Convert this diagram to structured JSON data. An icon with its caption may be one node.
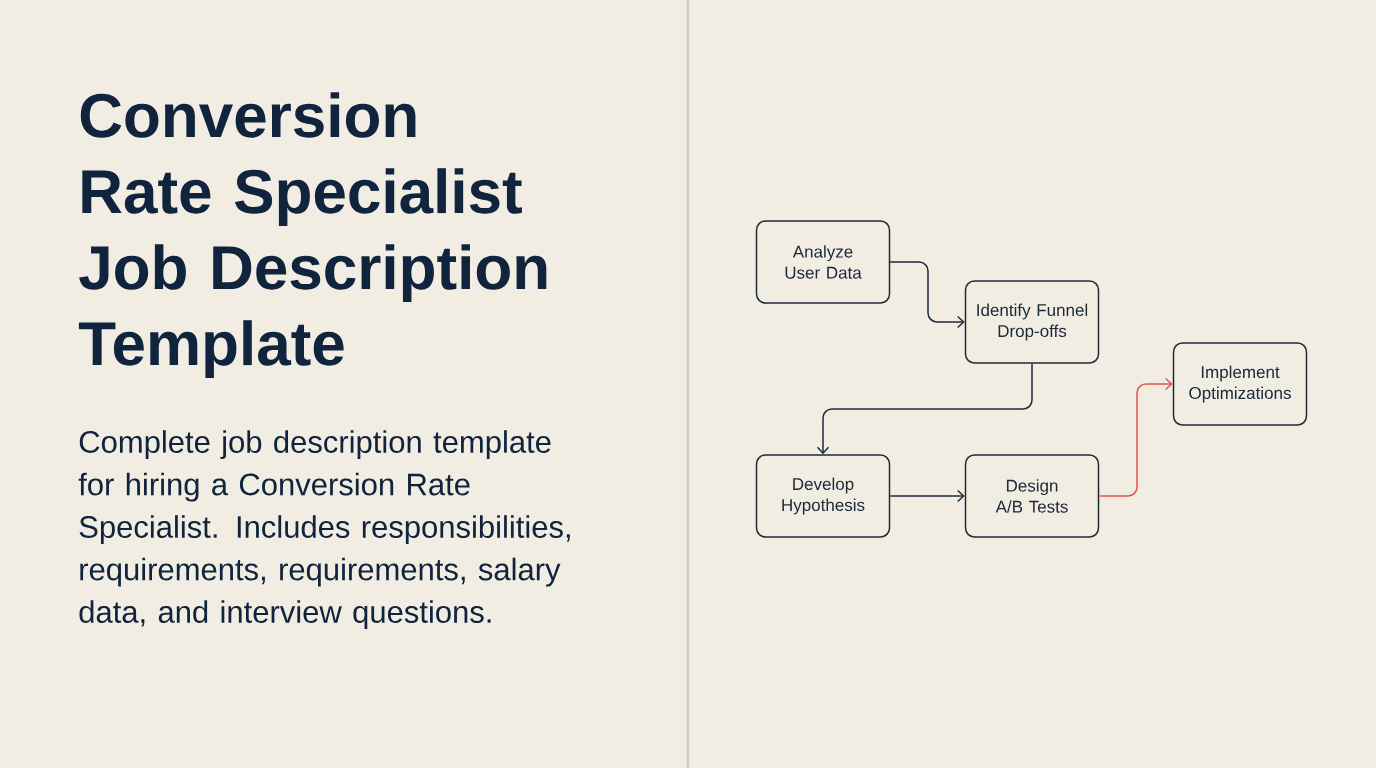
{
  "diagram": {
    "title": "Conversion Rate Specialist Job Description Template",
    "caption": "Complete job description template for hiring a Conversion Rate Specialist. Includes responsibilities, requirements, requirements, salary data, and interview questions.",
    "nodes": [
      {
        "text": [
          "Analyze User Data"
        ]
      },
      {
        "text": [
          "Identify Funnel Drop-offs"
        ]
      },
      {
        "text": [
          "Implement Optimizations"
        ]
      },
      {
        "text": [
          "Develop Hypothesis"
        ]
      },
      {
        "text": [
          "Design A/B Tests"
        ]
      }
    ],
    "edges": [
      {
        "from": 0,
        "to": 1,
        "arrow": "to"
      },
      {
        "from": 1,
        "to": 3,
        "arrow": "to"
      },
      {
        "from": 3,
        "to": 4,
        "arrow": "to"
      },
      {
        "from": 4,
        "to": 2,
        "arrow": "to",
        "color": "#e0554c"
      }
    ]
  }
}
